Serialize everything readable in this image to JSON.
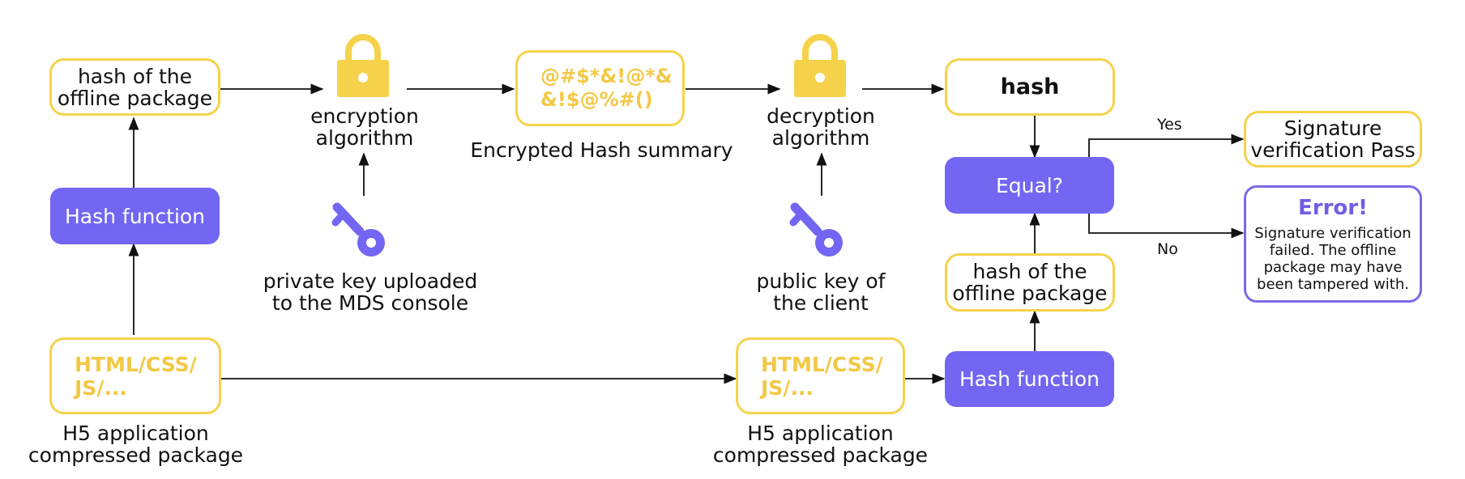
{
  "colors": {
    "yellow": "#f6d24a",
    "purple": "#7366f2",
    "code_yellow": "#f3c845",
    "error_purple": "#6e5fe3"
  },
  "nodes": {
    "hash_offline_top": "hash of the\noffline package",
    "hash_function_left": "Hash function",
    "html_left": "HTML/CSS/\nJS/...",
    "h5_label_left": "H5 application\ncompressed package",
    "encryption_label": "encryption\nalgorithm",
    "private_key_label": "private key uploaded\nto the MDS console",
    "encrypted_text": "@#$*&!@*&\n&!$@%#()",
    "encrypted_label": "Encrypted Hash summary",
    "decryption_label": "decryption\nalgorithm",
    "public_key_label": "public key of\nthe client",
    "html_right": "HTML/CSS/\nJS/...",
    "h5_label_right": "H5 application\ncompressed package",
    "hash_box": "hash",
    "equal_box": "Equal?",
    "hash_offline_right": "hash of the\noffline package",
    "hash_function_right": "Hash function",
    "yes_label": "Yes",
    "no_label": "No",
    "pass_box": "Signature\nverification Pass",
    "error_title": "Error!",
    "error_body": "Signature verification\nfailed. The offline\npackage may have\nbeen tampered with."
  },
  "icons": [
    "lock-icon",
    "lock-icon",
    "key-icon",
    "key-icon"
  ]
}
